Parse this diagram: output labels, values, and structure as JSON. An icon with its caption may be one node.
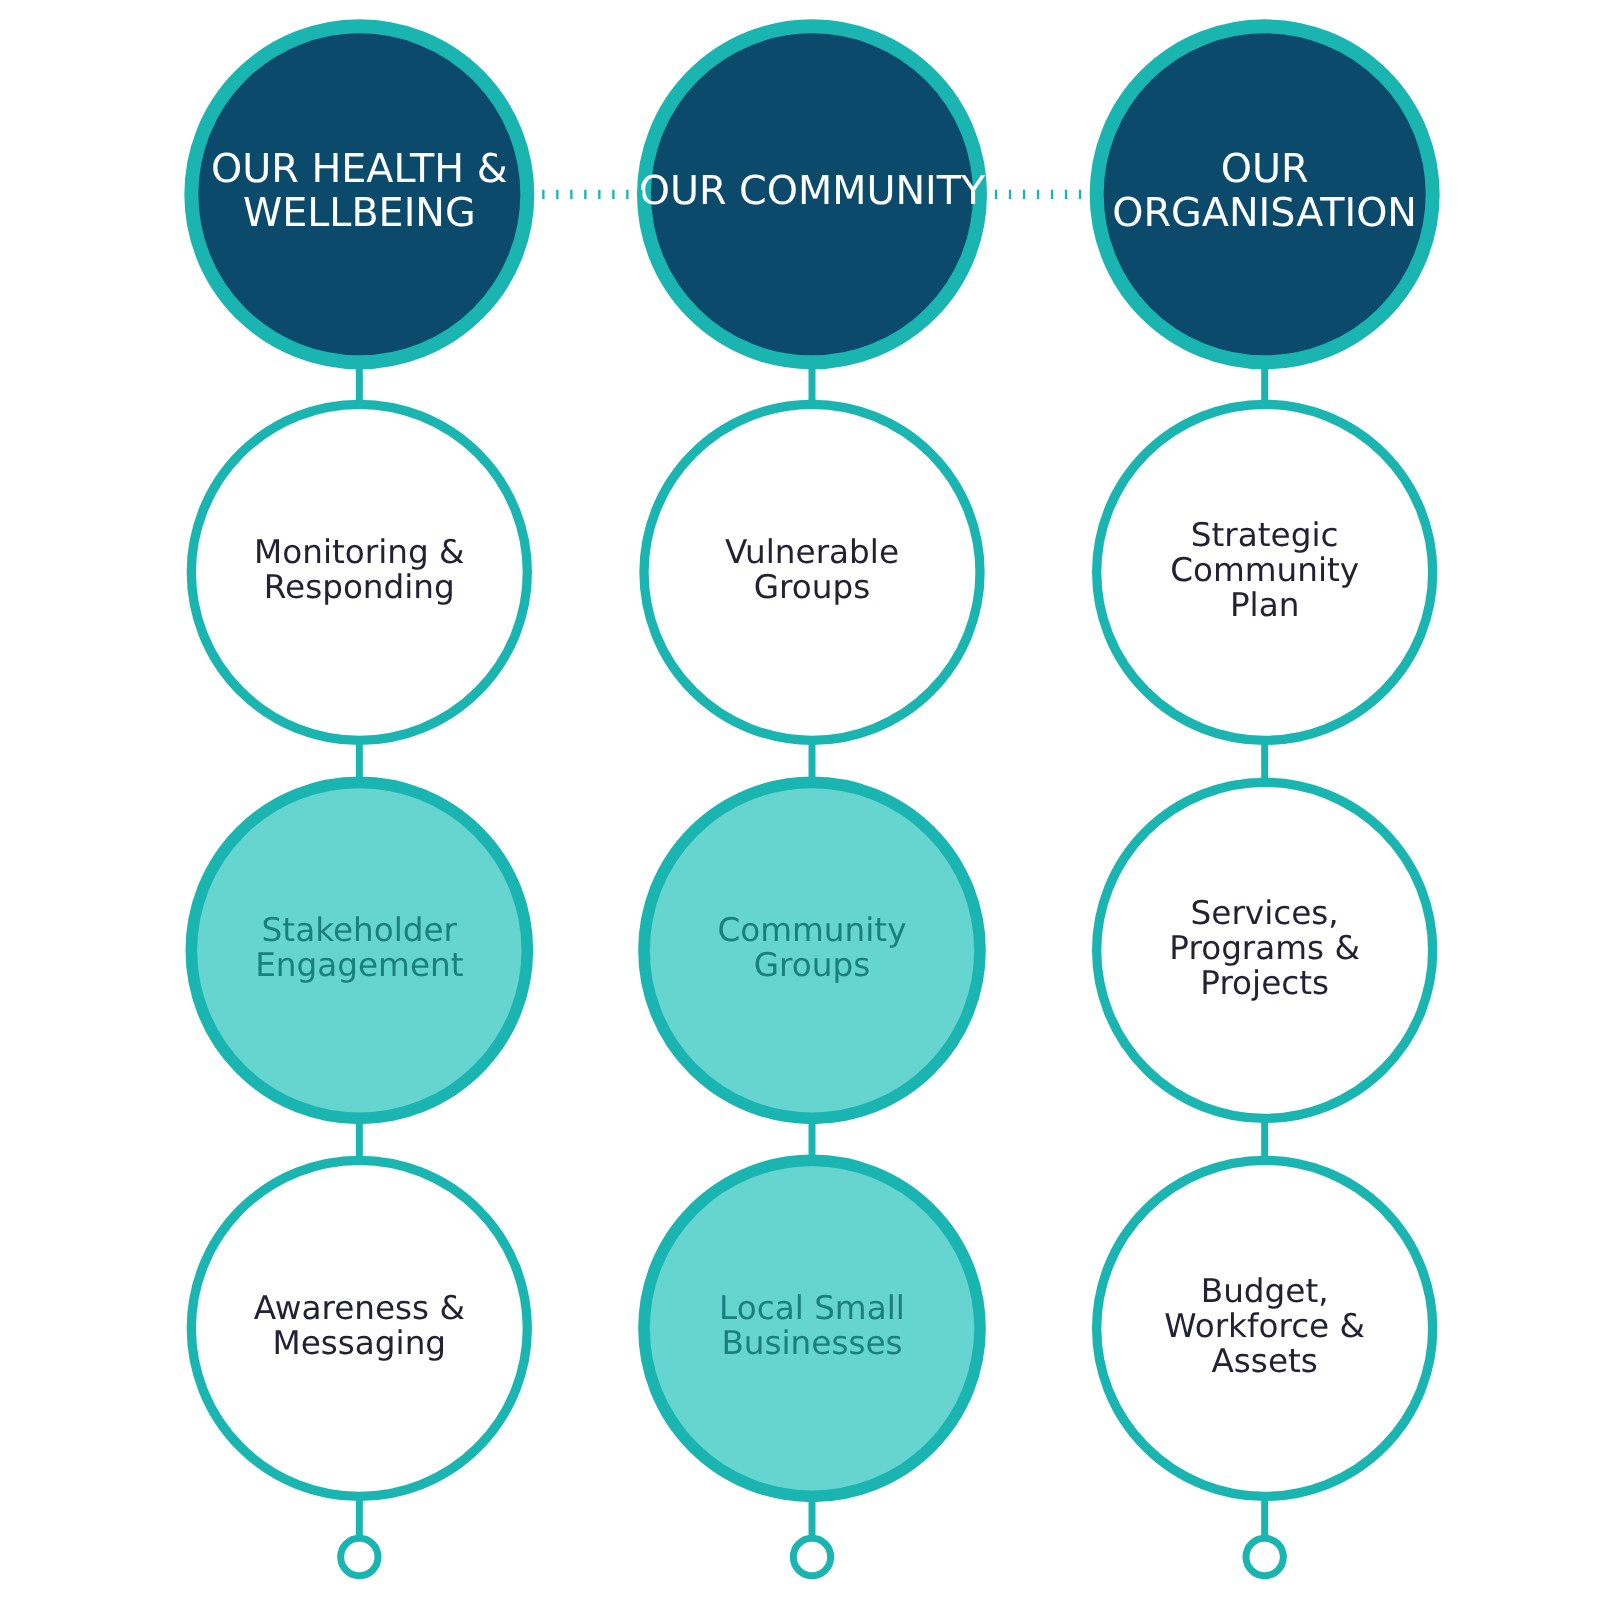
{
  "diagram": {
    "nodes": [
      {
        "text": [
          "OUR HEALTH & WELLBEING"
        ]
      },
      {
        "text": [
          "OUR COMMUNITY"
        ]
      },
      {
        "text": [
          "OUR ORGANISATION"
        ]
      },
      {
        "text": [
          "Monitoring & Responding"
        ]
      },
      {
        "text": [
          "Vulnerable Groups"
        ]
      },
      {
        "text": [
          "Strategic Community Plan"
        ]
      },
      {
        "text": [
          "Stakeholder Engagement"
        ]
      },
      {
        "text": [
          "Community Groups"
        ]
      },
      {
        "text": [
          "Services, Programs & Projects"
        ]
      },
      {
        "text": [
          "Awareness & Messaging"
        ]
      },
      {
        "text": [
          "Local Small Businesses"
        ]
      },
      {
        "text": [
          "Budget, Workforce & Assets"
        ]
      },
      {
        "text": [],
        "shape": "circle"
      },
      {
        "text": [],
        "shape": "circle"
      },
      {
        "text": [],
        "shape": "circle"
      }
    ],
    "edges": [
      {
        "from": 0,
        "to": 1,
        "arrow": "none",
        "style": "dashed"
      },
      {
        "from": 1,
        "to": 2,
        "arrow": "none",
        "style": "dashed"
      },
      {
        "from": 0,
        "to": 3,
        "arrow": "none"
      },
      {
        "from": 3,
        "to": 6,
        "arrow": "none"
      },
      {
        "from": 6,
        "to": 9,
        "arrow": "none"
      },
      {
        "from": 9,
        "to": 12,
        "arrow": "none"
      },
      {
        "from": 1,
        "to": 4,
        "arrow": "none"
      },
      {
        "from": 4,
        "to": 7,
        "arrow": "none"
      },
      {
        "from": 7,
        "to": 10,
        "arrow": "none"
      },
      {
        "from": 10,
        "to": 13,
        "arrow": "none"
      },
      {
        "from": 2,
        "to": 5,
        "arrow": "none"
      },
      {
        "from": 5,
        "to": 8,
        "arrow": "none"
      },
      {
        "from": 8,
        "to": 11,
        "arrow": "none"
      },
      {
        "from": 11,
        "to": 14,
        "arrow": "none"
      }
    ]
  }
}
